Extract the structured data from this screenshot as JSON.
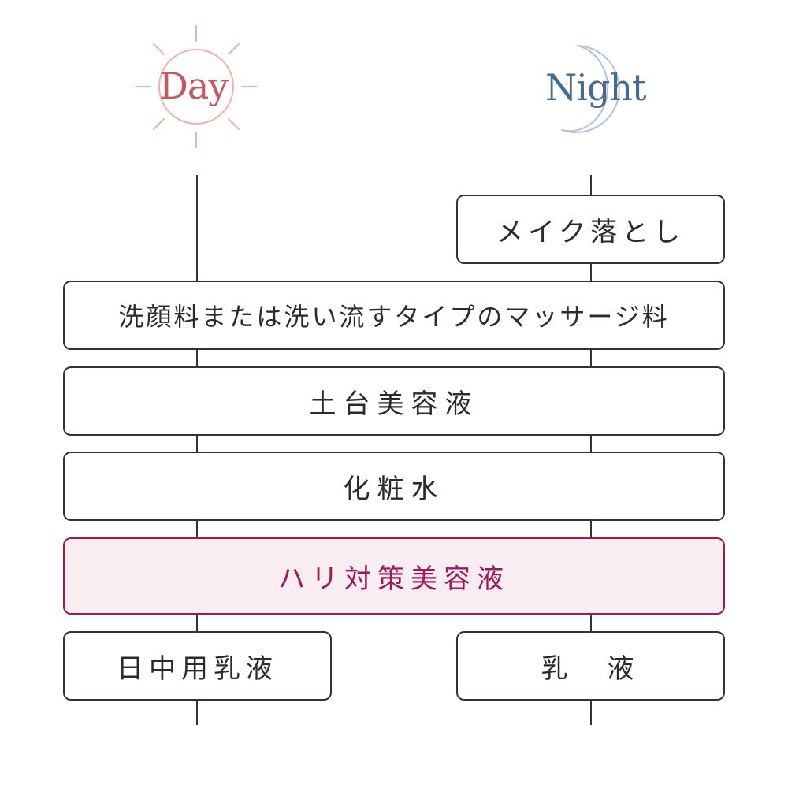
{
  "header": {
    "day_label": "Day",
    "night_label": "Night"
  },
  "steps": {
    "makeup_remover": "メイク落とし",
    "cleanser": "洗顔料または洗い流すタイプのマッサージ料",
    "base_serum": "土台美容液",
    "lotion": "化粧水",
    "firming_serum": "ハリ対策美容液",
    "day_emulsion": "日中用乳液",
    "night_emulsion": "乳　液"
  },
  "colors": {
    "day_accent": "#c8575f",
    "sun_ray": "#eeb3a5",
    "night_accent": "#456a94",
    "moon": "#b7c1d6",
    "highlight": "#a0175c",
    "highlight_bg": "#f8eef2"
  },
  "icons": {
    "day": "sun-icon",
    "night": "moon-icon"
  }
}
